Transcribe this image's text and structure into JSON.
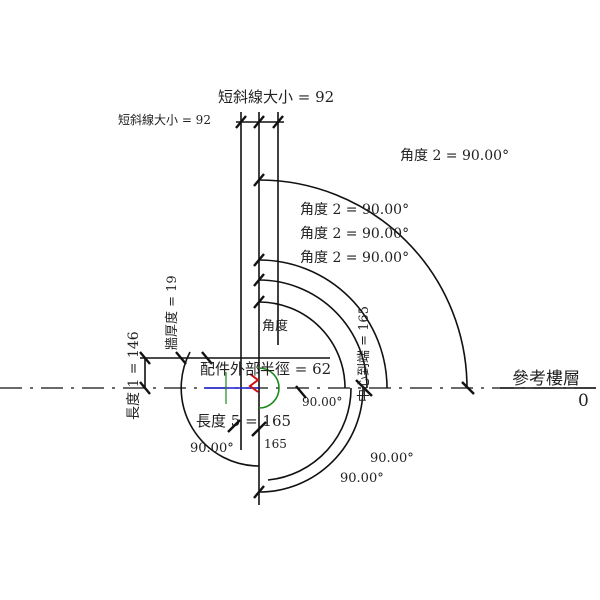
{
  "labels": {
    "slash_size_a": "短斜線大小 = 92",
    "slash_size_b": "短斜線大小 = 92",
    "angle_outer": "角度 2 = 90.00°",
    "angle_2a": "角度 2 = 90.00°",
    "angle_2b": "角度 2 = 90.00°",
    "angle_2c": "角度 2 = 90.00°",
    "angle_inner": "角度",
    "length_1": "長度 1 = 146",
    "wall_thickness": "牆厚度 = 19",
    "fitting_outer_radius": "配件外部半徑 = 62",
    "length_5": "長度 5 = 165",
    "center_to_end": "中心到端 = 165",
    "angle_lower_left": "90.00°",
    "angle_lower_right_a": "90.00°",
    "angle_lower_right_b": "90.00°",
    "angle_small": "90.00°",
    "dim_small": "165",
    "ref_level_name": "參考樓層",
    "ref_level_value": "0"
  },
  "colors": {
    "line": "#111111",
    "connector_red": "#d01010",
    "connector_green": "#1a8a1a",
    "connector_blue": "#1a1ad0"
  }
}
